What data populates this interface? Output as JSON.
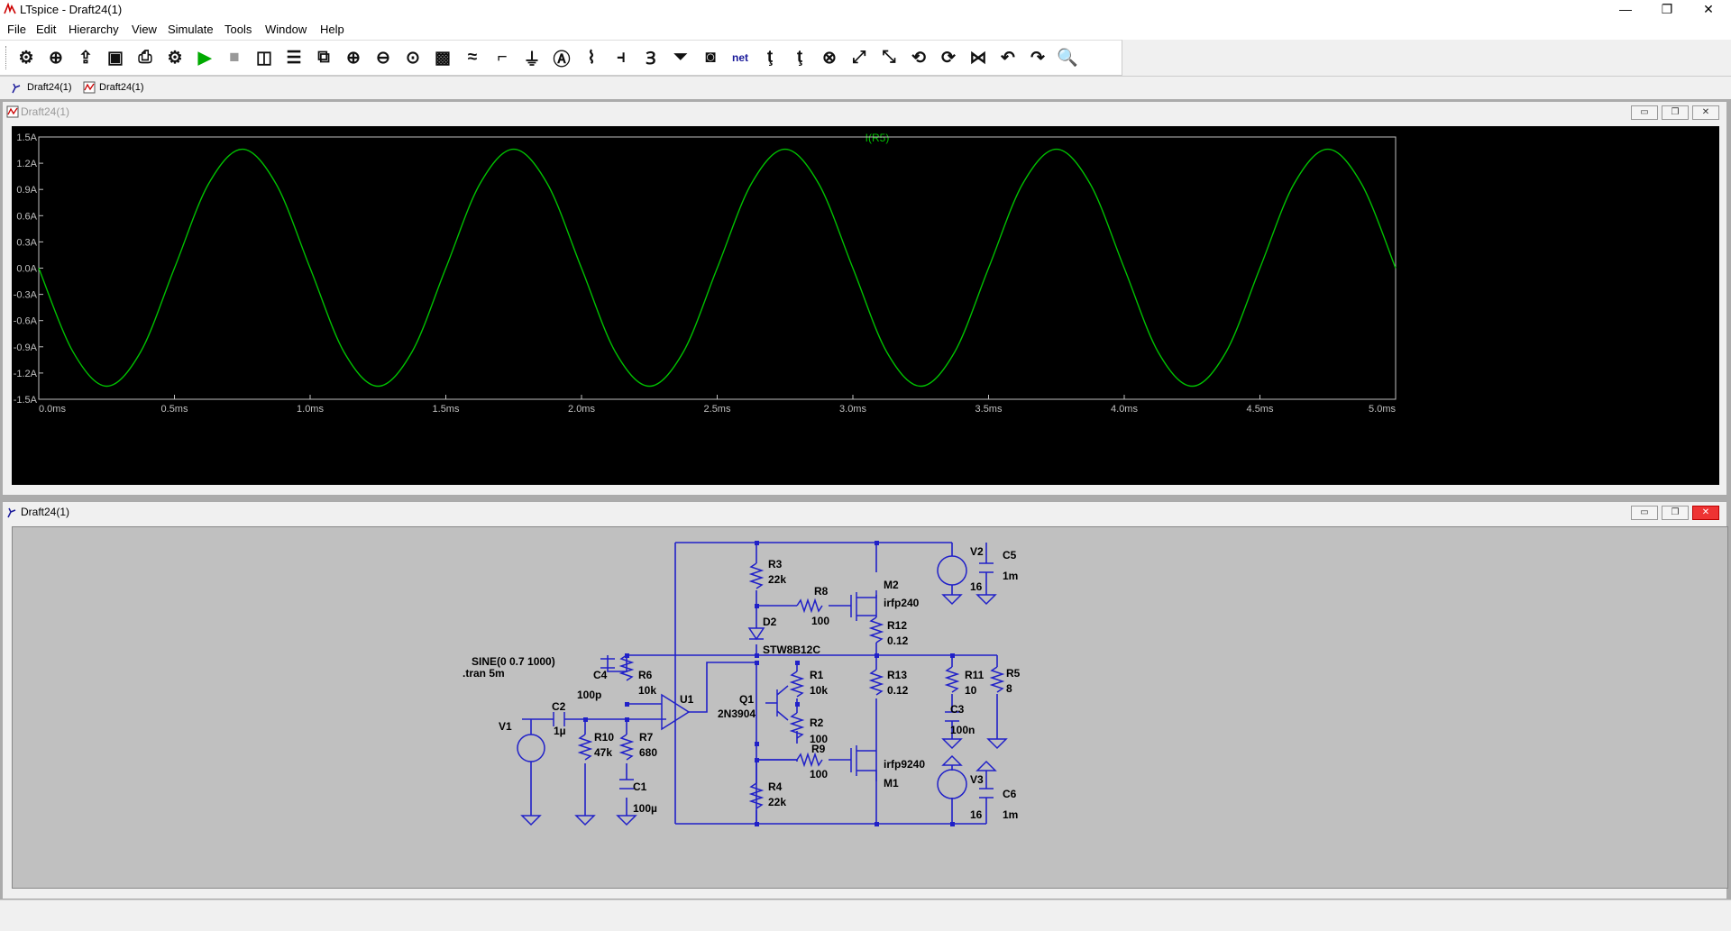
{
  "window": {
    "title": "LTspice - Draft24(1)",
    "controls": [
      "—",
      "❐",
      "✕"
    ]
  },
  "menu": [
    "File",
    "Edit",
    "Hierarchy",
    "View",
    "Simulate",
    "Tools",
    "Window",
    "Help"
  ],
  "toolbar": {
    "buttons": [
      {
        "name": "control-panel-icon",
        "glyph": "⚙"
      },
      {
        "name": "new-schematic-icon",
        "glyph": "⊕"
      },
      {
        "name": "open-icon",
        "glyph": "⇪"
      },
      {
        "name": "save-icon",
        "glyph": "▣"
      },
      {
        "name": "print-icon",
        "glyph": "⎙"
      },
      {
        "name": "run-icon",
        "glyph": "⚙"
      },
      {
        "name": "play-icon",
        "glyph": "▶"
      },
      {
        "name": "halt-icon",
        "glyph": "■"
      },
      {
        "name": "tile-vertical-icon",
        "glyph": "◫"
      },
      {
        "name": "tile-horizontal-icon",
        "glyph": "☰"
      },
      {
        "name": "cascade-icon",
        "glyph": "⧉"
      },
      {
        "name": "zoom-in-icon",
        "glyph": "⊕"
      },
      {
        "name": "zoom-out-icon",
        "glyph": "⊖"
      },
      {
        "name": "zoom-fit-icon",
        "glyph": "⊙"
      },
      {
        "name": "zoom-back-icon",
        "glyph": "▩"
      },
      {
        "name": "autorange-icon",
        "glyph": "≈"
      },
      {
        "name": "wire-icon",
        "glyph": "⌐"
      },
      {
        "name": "ground-icon",
        "glyph": "⏚"
      },
      {
        "name": "label-net-icon",
        "glyph": "Ⓐ"
      },
      {
        "name": "resistor-icon",
        "glyph": "⌇"
      },
      {
        "name": "capacitor-icon",
        "glyph": "⫞"
      },
      {
        "name": "inductor-icon",
        "glyph": "Ɜ"
      },
      {
        "name": "diode-icon",
        "glyph": "⏷"
      },
      {
        "name": "component-icon",
        "glyph": "◙"
      },
      {
        "name": "net-icon",
        "glyph": "net"
      },
      {
        "name": "move-icon",
        "glyph": "ţ"
      },
      {
        "name": "drag-icon",
        "glyph": "ţ"
      },
      {
        "name": "delete-icon",
        "glyph": "⊗"
      },
      {
        "name": "copy-icon",
        "glyph": "⤢"
      },
      {
        "name": "paste-icon",
        "glyph": "⤡"
      },
      {
        "name": "rotate-icon",
        "glyph": "⟲"
      },
      {
        "name": "mirror-icon",
        "glyph": "⟳"
      },
      {
        "name": "flip-icon",
        "glyph": "⋈"
      },
      {
        "name": "undo-icon",
        "glyph": "↶"
      },
      {
        "name": "redo-icon",
        "glyph": "↷"
      },
      {
        "name": "find-icon",
        "glyph": "🔍"
      }
    ]
  },
  "tabs": [
    {
      "label": "Draft24(1)",
      "kind": "schematic"
    },
    {
      "label": "Draft24(1)",
      "kind": "waveform"
    }
  ],
  "waveform_window": {
    "title": "Draft24(1)",
    "trace_label": "I(R5)",
    "trace_color": "#00c000"
  },
  "schematic_window": {
    "title": "Draft24(1)",
    "wire_color": "#2020c8",
    "directives": [
      "SINE(0 0.7 1000)",
      ".tran 5m"
    ],
    "labels": {
      "R3": "R3",
      "R3v": "22k",
      "R8": "R8",
      "R8v": "100",
      "M2": "M2",
      "M2v": "irfp240",
      "R12": "R12",
      "R12v": "0.12",
      "D2": "D2",
      "D2v": "STW8B12C",
      "V2": "V2",
      "V2v": "16",
      "C5": "C5",
      "C5v": "1m",
      "C4": "C4",
      "C4v": "100p",
      "R6": "R6",
      "R6v": "10k",
      "U1": "U1",
      "R1": "R1",
      "R1v": "10k",
      "R13": "R13",
      "R13v": "0.12",
      "R11": "R11",
      "R11v": "10",
      "R5": "R5",
      "R5v": "8",
      "Q1": "Q1",
      "Q1v": "2N3904",
      "C3": "C3",
      "C3v": "100n",
      "C2": "C2",
      "C2v": "1µ",
      "V1": "V1",
      "R10": "R10",
      "R10v": "47k",
      "R7": "R7",
      "R7v": "680",
      "R2": "R2",
      "R2v": "100",
      "R9": "R9",
      "R9v": "100",
      "M1": "M1",
      "M1v": "irfp9240",
      "R4": "R4",
      "R4v": "22k",
      "V3": "V3",
      "V3v": "16",
      "C6": "C6",
      "C6v": "1m",
      "C1": "C1",
      "C1v": "100µ"
    }
  },
  "chart_data": {
    "type": "line",
    "title": "I(R5)",
    "xlabel": "",
    "ylabel": "",
    "x_ticks": [
      "0.0ms",
      "0.5ms",
      "1.0ms",
      "1.5ms",
      "2.0ms",
      "2.5ms",
      "3.0ms",
      "3.5ms",
      "4.0ms",
      "4.5ms",
      "5.0ms"
    ],
    "y_ticks": [
      "1.5A",
      "1.2A",
      "0.9A",
      "0.6A",
      "0.3A",
      "0.0A",
      "-0.3A",
      "-0.6A",
      "-0.9A",
      "-1.2A",
      "-1.5A"
    ],
    "xlim": [
      0,
      5
    ],
    "ylim": [
      -1.5,
      1.5
    ],
    "x_unit": "ms",
    "series": [
      {
        "name": "I(R5)",
        "color": "#00c000",
        "x": [
          0.0,
          0.125,
          0.25,
          0.375,
          0.5,
          0.625,
          0.75,
          0.875,
          1.0,
          1.125,
          1.25,
          1.375,
          1.5,
          1.625,
          1.75,
          1.875,
          2.0,
          2.125,
          2.25,
          2.375,
          2.5,
          2.625,
          2.75,
          2.875,
          3.0,
          3.125,
          3.25,
          3.375,
          3.5,
          3.625,
          3.75,
          3.875,
          4.0,
          4.125,
          4.25,
          4.375,
          4.5,
          4.625,
          4.75,
          4.875,
          5.0
        ],
        "y": [
          0.0,
          -0.95,
          -1.35,
          -0.96,
          0.0,
          0.96,
          1.36,
          0.96,
          0.0,
          -0.96,
          -1.35,
          -0.96,
          0.0,
          0.96,
          1.36,
          0.96,
          0.0,
          -0.96,
          -1.35,
          -0.96,
          0.0,
          0.96,
          1.36,
          0.96,
          0.0,
          -0.96,
          -1.35,
          -0.96,
          0.0,
          0.96,
          1.36,
          0.96,
          0.0,
          -0.96,
          -1.35,
          -0.96,
          0.0,
          0.96,
          1.36,
          0.96,
          0.0
        ]
      }
    ],
    "grid": false,
    "background": "#000000"
  }
}
